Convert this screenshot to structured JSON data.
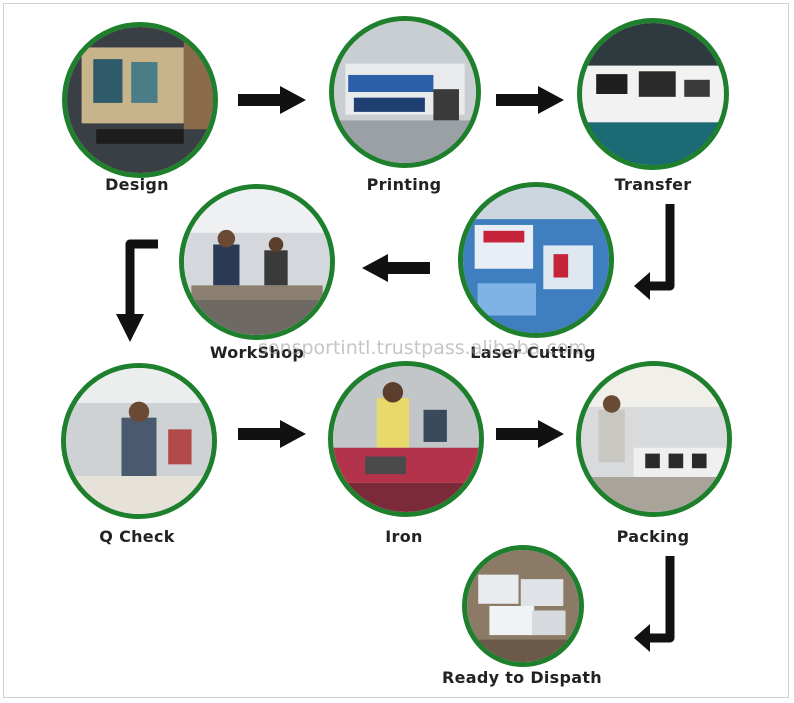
{
  "steps": {
    "design": "Design",
    "printing": "Printing",
    "transfer": "Transfer",
    "workshop": "WorkShop",
    "laser_cutting": "Laser Cutting",
    "q_check": "Q Check",
    "iron": "Iron",
    "packing": "Packing",
    "ready": "Ready to Dispath"
  },
  "watermark": "sonsportintl.trustpass.alibaba.com",
  "colors": {
    "ring": "#1e7f2c",
    "arrow": "#111111",
    "label": "#222222"
  },
  "icons": {
    "step_arrow": "arrow-icon"
  }
}
